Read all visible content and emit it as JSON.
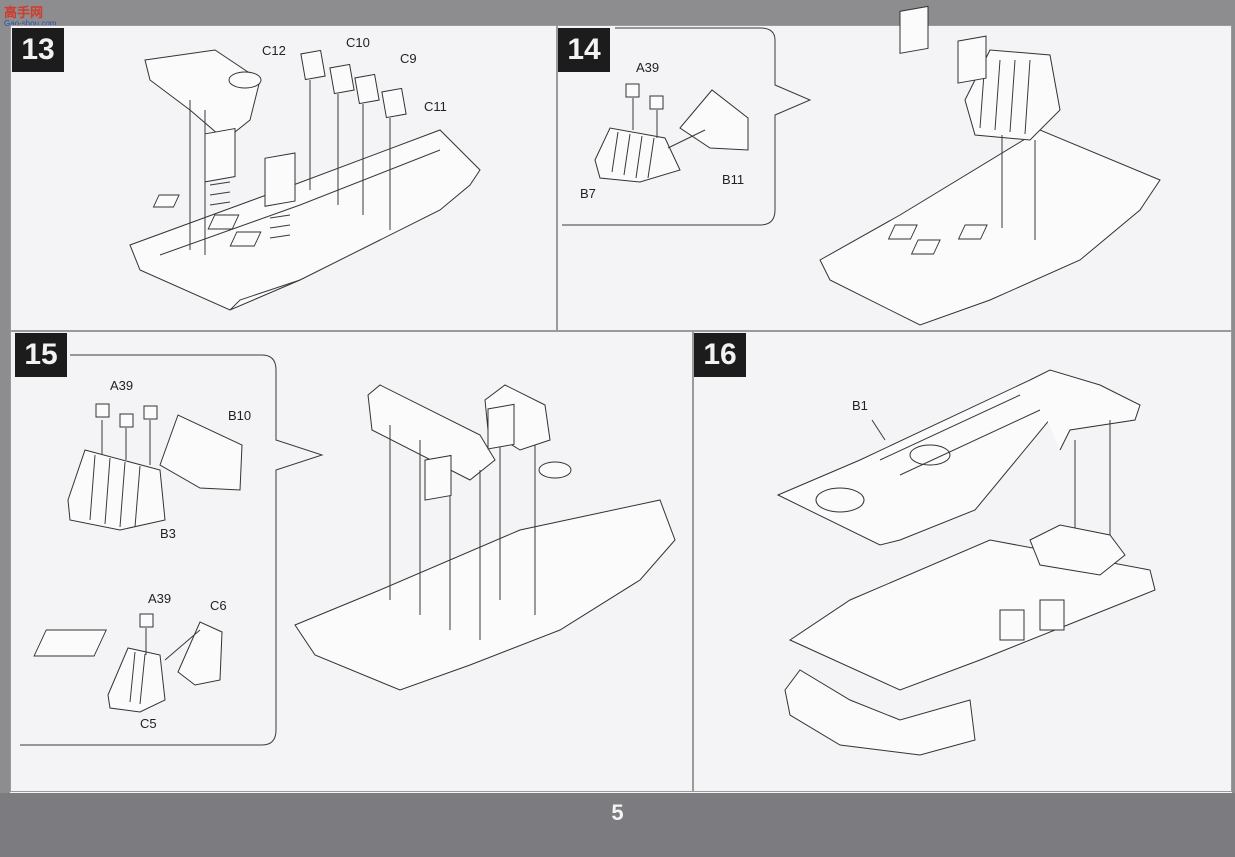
{
  "watermark": {
    "text": "高手网",
    "sub": "Gao-shou.com"
  },
  "page_number": "5",
  "steps": [
    {
      "number": "13",
      "labels": [
        "C12",
        "C10",
        "C9",
        "C11"
      ]
    },
    {
      "number": "14",
      "labels": [
        "A39",
        "B7",
        "B11"
      ]
    },
    {
      "number": "15",
      "labels": [
        "A39",
        "B10",
        "B3",
        "A39",
        "C6",
        "C5"
      ]
    },
    {
      "number": "16",
      "labels": [
        "B1"
      ]
    }
  ]
}
